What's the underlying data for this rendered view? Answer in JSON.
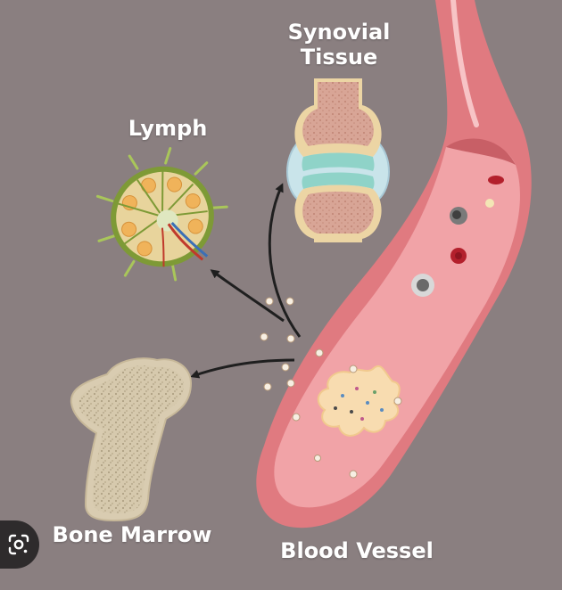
{
  "labels": {
    "synovial_line1": "Synovial",
    "synovial_line2": "Tissue",
    "lymph": "Lymph",
    "bone_marrow": "Bone Marrow",
    "blood_vessel": "Blood Vessel"
  },
  "icons": {
    "lens": "google-lens-icon"
  },
  "colors": {
    "background": "#8a7f80",
    "vessel": "#e2777e",
    "vessel_inner": "#f3a9ad",
    "bone": "#d9cdb4",
    "cartilage": "#bfe2e8",
    "lymph_green": "#8aa63f",
    "arrow": "#1f1f1f"
  }
}
